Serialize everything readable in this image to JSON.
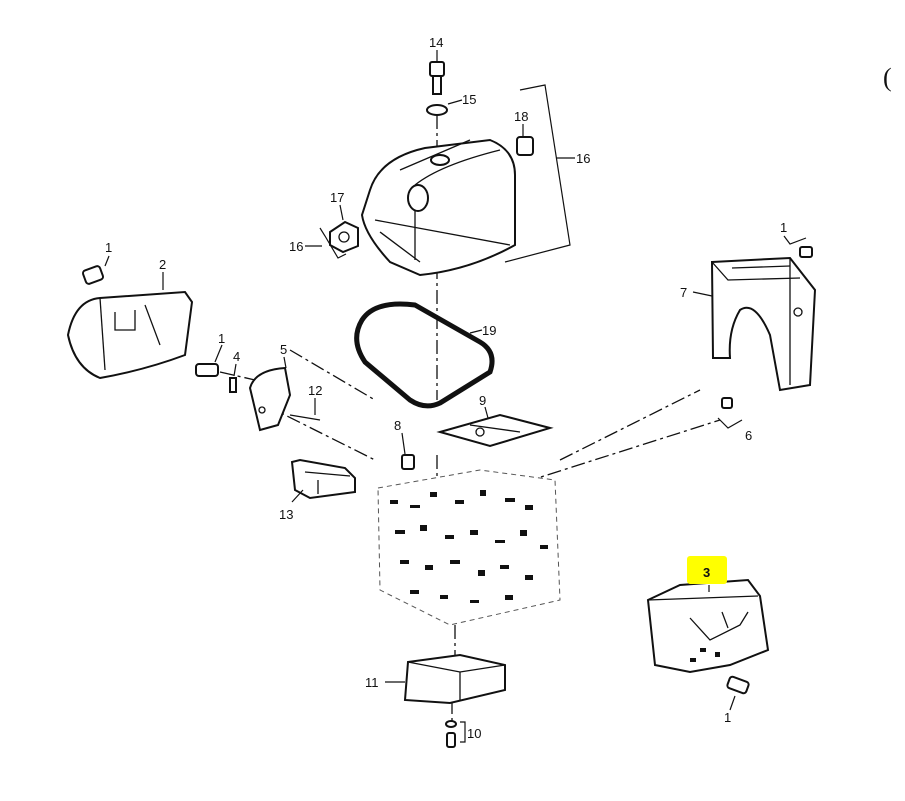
{
  "diagram": {
    "highlight_color": "#ffff00",
    "highlighted_callout": "3",
    "callouts": {
      "c14": "14",
      "c15": "15",
      "c18": "18",
      "c16_top": "16",
      "c17": "17",
      "c16_left": "16",
      "c1_left": "1",
      "c2": "2",
      "c1_mid": "1",
      "c4": "4",
      "c5": "5",
      "c12": "12",
      "c19": "19",
      "c9": "9",
      "c8": "8",
      "c13": "13",
      "c1_right": "1",
      "c7": "7",
      "c6": "6",
      "c3": "3",
      "c11": "11",
      "c10": "10",
      "c1_bottom": "1"
    },
    "edge_mark": "("
  }
}
